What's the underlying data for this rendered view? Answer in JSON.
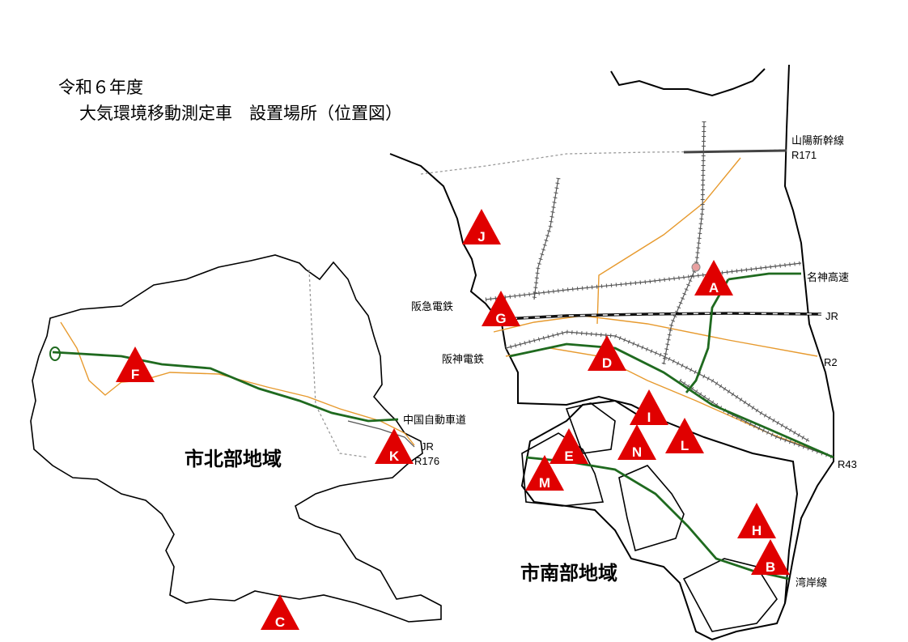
{
  "title": {
    "line1": "令和６年度",
    "line2": "大気環境移動測定車　設置場所（位置図）"
  },
  "regions": {
    "north": "市北部地域",
    "south": "市南部地域"
  },
  "route_labels": {
    "sanyo_shinkansen": "山陽新幹線",
    "r171": "R171",
    "meishin": "名神高速",
    "hankyu": "阪急電鉄",
    "jr_south": "JR",
    "hanshin": "阪神電鉄",
    "r2": "R2",
    "r43": "R43",
    "wangan": "湾岸線",
    "chugoku": "中国自動車道",
    "jr_north": "JR",
    "r176": "R176"
  },
  "markers": {
    "A": "A",
    "B": "B",
    "C": "C",
    "D": "D",
    "E": "E",
    "F": "F",
    "G": "G",
    "H": "H",
    "I": "I",
    "J": "J",
    "K": "K",
    "L": "L",
    "M": "M",
    "N": "N"
  },
  "colors": {
    "marker_fill": "#e00000",
    "expressway": "#1f6a1f",
    "national_road": "#e79a2e",
    "railway": "#555555"
  }
}
